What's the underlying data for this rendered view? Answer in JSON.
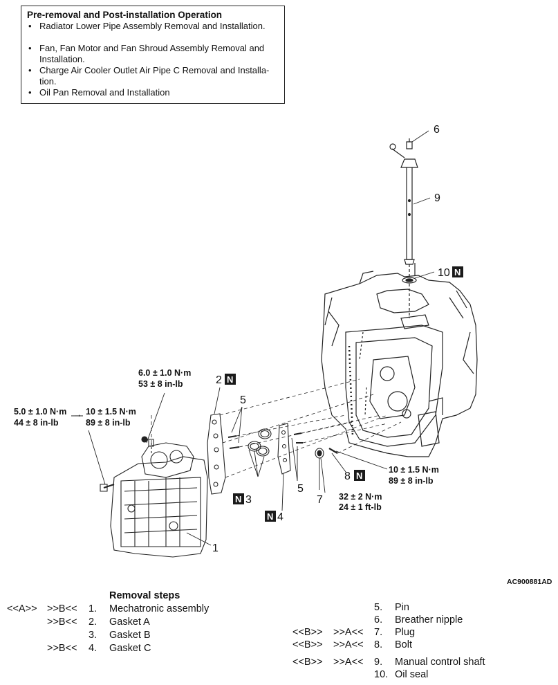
{
  "pre_removal": {
    "title": "Pre-removal and Post-installation Operation",
    "items": [
      "Radiator Lower Pipe Assembly Removal and Installation.",
      "Fan, Fan Motor and Fan Shroud Assembly Removal and Installation.",
      "Charge Air Cooler Outlet Air Pipe C Removal and Installa-tion.",
      "Oil Pan Removal and Installation"
    ]
  },
  "diagram": {
    "callouts": {
      "c6": "6",
      "c9": "9",
      "c10": "10",
      "c2": "2",
      "c5a": "5",
      "c5b": "5",
      "c3": "3",
      "c4": "4",
      "c7": "7",
      "c8": "8",
      "c1": "1",
      "new_part_mark": "N"
    },
    "torque": {
      "t1_a": "6.0 ± 1.0 N·m",
      "t1_b": "53 ± 8 in-lb",
      "t2_a": "5.0 ± 1.0 N·m",
      "t2_b": "44 ± 8 in-lb",
      "t2_arrow": "→",
      "t2_c": "10 ± 1.5 N·m",
      "t2_d": "89 ± 8 in-lb",
      "t3_a": "10 ± 1.5 N·m",
      "t3_b": "89 ± 8 in-lb",
      "t4_a": "32 ± 2 N·m",
      "t4_b": "24 ± 1 ft-lb"
    },
    "ref_code": "AC900881AD"
  },
  "removal": {
    "heading": "Removal steps",
    "left": [
      {
        "ref1": "<<A>>",
        "ref2": ">>B<<",
        "num": "1.",
        "name": "Mechatronic assembly"
      },
      {
        "ref1": "",
        "ref2": ">>B<<",
        "num": "2.",
        "name": "Gasket A"
      },
      {
        "ref1": "",
        "ref2": "",
        "num": "3.",
        "name": "Gasket B"
      },
      {
        "ref1": "",
        "ref2": ">>B<<",
        "num": "4.",
        "name": "Gasket C"
      }
    ],
    "right": [
      {
        "ref1": "",
        "ref2": "",
        "num": "5.",
        "name": "Pin"
      },
      {
        "ref1": "",
        "ref2": "",
        "num": "6.",
        "name": "Breather nipple"
      },
      {
        "ref1": "<<B>>",
        "ref2": ">>A<<",
        "num": "7.",
        "name": "Plug"
      },
      {
        "ref1": "<<B>>",
        "ref2": ">>A<<",
        "num": "8.",
        "name": "Bolt"
      },
      {
        "ref1": "<<B>>",
        "ref2": ">>A<<",
        "num": "9.",
        "name": "Manual control shaft"
      },
      {
        "ref1": "",
        "ref2": "",
        "num": "10.",
        "name": "Oil seal"
      }
    ]
  }
}
